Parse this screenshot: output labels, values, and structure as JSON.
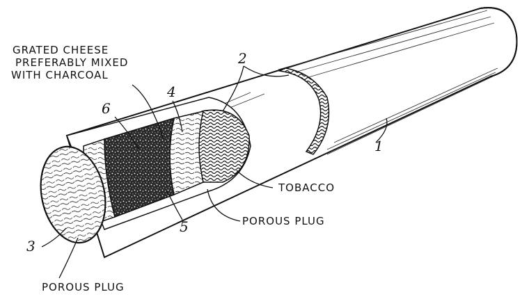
{
  "labels": {
    "cheese_line1": "GRATED CHEESE",
    "cheese_line2": "PREFERABLY MIXED",
    "cheese_line3": "WITH CHARCOAL",
    "tobacco": "TOBACCO",
    "porous_plug_inner": "POROUS PLUG",
    "porous_plug_outer": "POROUS PLUG"
  },
  "reference_numerals": {
    "n1": "1",
    "n2": "2",
    "n3": "3",
    "n4": "4",
    "n5": "5",
    "n6": "6"
  },
  "colors": {
    "ink": "#111111",
    "paper": "#ffffff"
  }
}
